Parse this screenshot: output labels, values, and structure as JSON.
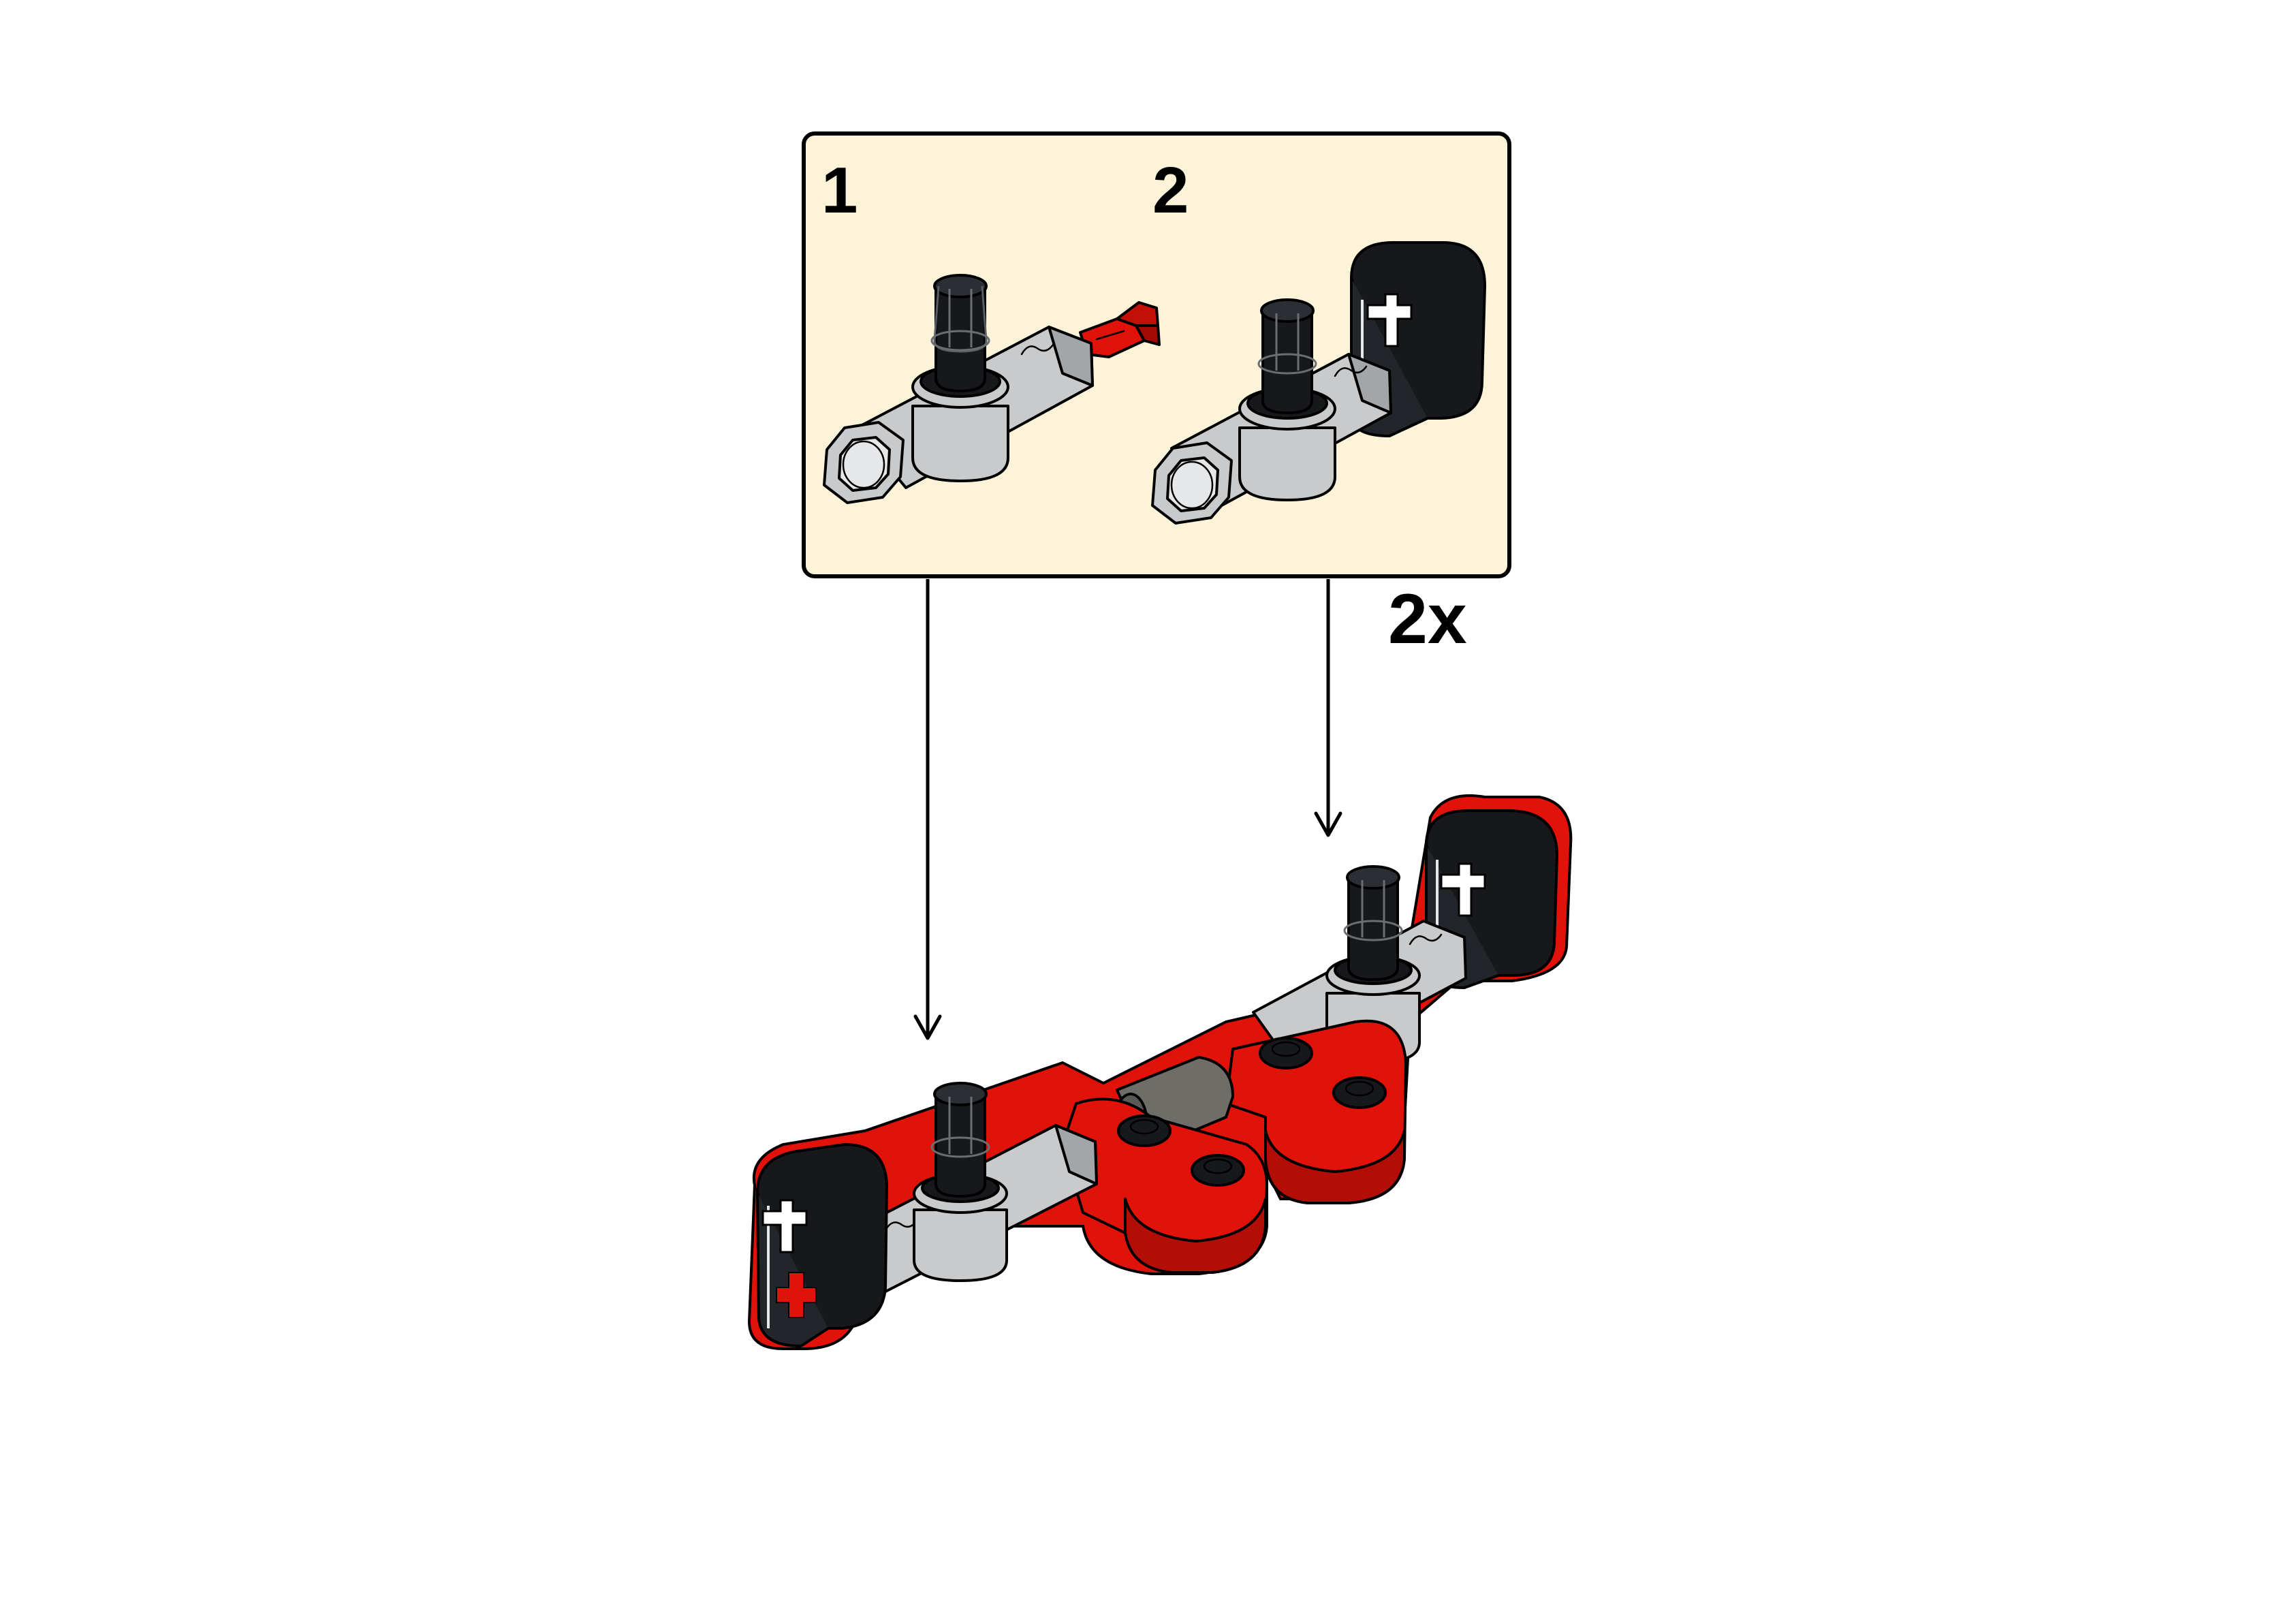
{
  "callout": {
    "steps": [
      {
        "number": "1"
      },
      {
        "number": "2"
      }
    ],
    "multiplier": "2x"
  },
  "colors": {
    "callout_bg": "#fdf3d9",
    "gray": "#c8cacb",
    "gray_dark": "#a3a6a8",
    "black_part": "#16181b",
    "red": "#e0120a",
    "red_dark": "#b20d06",
    "dark_gray": "#6e6d68"
  },
  "icons": [
    "axle-connector",
    "pin",
    "axle-stub",
    "beam-end",
    "liftarm",
    "arrow"
  ]
}
